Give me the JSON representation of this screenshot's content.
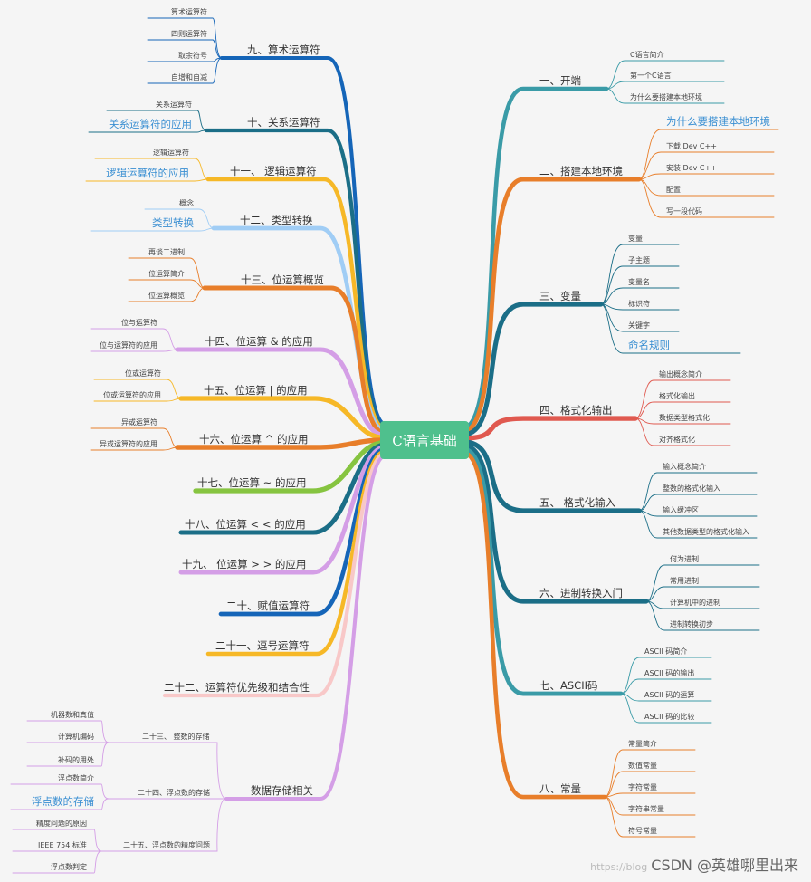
{
  "root": {
    "label": "C语言基础"
  },
  "watermark": {
    "faint": "https://blog",
    "main": "CSDN @英雄哪里出来"
  },
  "colors": {
    "background": "#f5f5f5",
    "root": "#4fc08d",
    "highlight": "#3a8fd2"
  },
  "right_branches": [
    {
      "label": "一、开端",
      "color": "#3a9ba7",
      "children": [
        {
          "label": "C语言简介"
        },
        {
          "label": "第一个C语言"
        },
        {
          "label": "为什么要搭建本地环境"
        }
      ]
    },
    {
      "label": "二、搭建本地环境",
      "color": "#e87e2a",
      "children": [
        {
          "label": "为什么要搭建本地环境",
          "highlight": true
        },
        {
          "label": "下载 Dev C++"
        },
        {
          "label": "安装 Dev C++"
        },
        {
          "label": "配置"
        },
        {
          "label": "写一段代码"
        }
      ]
    },
    {
      "label": "三、变量",
      "color": "#1b6e87",
      "children": [
        {
          "label": "变量"
        },
        {
          "label": "子主题"
        },
        {
          "label": "变量名"
        },
        {
          "label": "标识符"
        },
        {
          "label": "关键字"
        },
        {
          "label": "命名规则",
          "highlight": true
        }
      ]
    },
    {
      "label": "四、格式化输出",
      "color": "#e0594f",
      "children": [
        {
          "label": "输出概念简介"
        },
        {
          "label": "格式化输出"
        },
        {
          "label": "数据类型格式化"
        },
        {
          "label": "对齐格式化"
        }
      ]
    },
    {
      "label": "五、 格式化输入",
      "color": "#1b6e87",
      "children": [
        {
          "label": "输入概念简介"
        },
        {
          "label": "整数的格式化输入"
        },
        {
          "label": "输入缓冲区"
        },
        {
          "label": "其他数据类型的格式化输入"
        }
      ]
    },
    {
      "label": "六、进制转换入门",
      "color": "#1b6e87",
      "children": [
        {
          "label": "何为进制"
        },
        {
          "label": "常用进制"
        },
        {
          "label": "计算机中的进制"
        },
        {
          "label": "进制转换初步"
        }
      ]
    },
    {
      "label": "七、ASCII码",
      "color": "#3a9ba7",
      "children": [
        {
          "label": "ASCII 码简介"
        },
        {
          "label": "ASCII 码的输出"
        },
        {
          "label": "ASCII 码的运算"
        },
        {
          "label": "ASCII 码的比较"
        }
      ]
    },
    {
      "label": "八、常量",
      "color": "#e87e2a",
      "children": [
        {
          "label": "常量简介"
        },
        {
          "label": "数值常量"
        },
        {
          "label": "字符常量"
        },
        {
          "label": "字符串常量"
        },
        {
          "label": "符号常量"
        }
      ]
    }
  ],
  "left_branches": [
    {
      "label": "九、算术运算符",
      "color": "#1565b8",
      "children": [
        {
          "label": "算术运算符"
        },
        {
          "label": "四则运算符"
        },
        {
          "label": "取余符号"
        },
        {
          "label": "自增和自减"
        }
      ]
    },
    {
      "label": "十、关系运算符",
      "color": "#1b6e87",
      "children": [
        {
          "label": "关系运算符"
        },
        {
          "label": "关系运算符的应用",
          "highlight": true
        }
      ]
    },
    {
      "label": "十一、 逻辑运算符",
      "color": "#f6b827",
      "children": [
        {
          "label": "逻辑运算符"
        },
        {
          "label": "逻辑运算符的应用",
          "highlight": true
        }
      ]
    },
    {
      "label": "十二、类型转换",
      "color": "#a0cdf5",
      "children": [
        {
          "label": "概念"
        },
        {
          "label": "类型转换",
          "highlight": true
        }
      ]
    },
    {
      "label": "十三、位运算概览",
      "color": "#e87e2a",
      "children": [
        {
          "label": "再谈二进制"
        },
        {
          "label": "位运算简介"
        },
        {
          "label": "位运算概览"
        }
      ]
    },
    {
      "label": "十四、位运算 & 的应用",
      "color": "#d49ee6",
      "children": [
        {
          "label": "位与运算符"
        },
        {
          "label": "位与运算符的应用"
        }
      ]
    },
    {
      "label": "十五、位运算 | 的应用",
      "color": "#f6b827",
      "children": [
        {
          "label": "位或运算符"
        },
        {
          "label": "位或运算符的应用"
        }
      ]
    },
    {
      "label": "十六、位运算 ^ 的应用",
      "color": "#e87e2a",
      "children": [
        {
          "label": "异或运算符"
        },
        {
          "label": "异或运算符的应用"
        }
      ]
    },
    {
      "label": "十七、位运算 ~ 的应用",
      "color": "#86c440",
      "children": []
    },
    {
      "label": "十八、位运算 < < 的应用",
      "color": "#1b6e87",
      "children": []
    },
    {
      "label": "十九、 位运算 > > 的应用",
      "color": "#d49ee6",
      "children": []
    },
    {
      "label": "二十、赋值运算符",
      "color": "#1565b8",
      "children": []
    },
    {
      "label": "二十一、逗号运算符",
      "color": "#f6b827",
      "children": []
    },
    {
      "label": "二十二、运算符优先级和结合性",
      "color": "#f8c8c8",
      "children": []
    },
    {
      "label": "数据存储相关",
      "color": "#d49ee6",
      "children": [
        {
          "label": "二十三、 整数的存储",
          "children": [
            {
              "label": "机器数和真值"
            },
            {
              "label": "计算机编码"
            },
            {
              "label": "补码的用处"
            }
          ]
        },
        {
          "label": "二十四、浮点数的存储",
          "children": [
            {
              "label": "浮点数简介"
            },
            {
              "label": "浮点数的存储",
              "highlight": true
            }
          ]
        },
        {
          "label": "二十五、浮点数的精度问题",
          "children": [
            {
              "label": "精度问题的原因"
            },
            {
              "label": "IEEE 754 标准"
            },
            {
              "label": "浮点数判定"
            }
          ]
        }
      ]
    }
  ]
}
